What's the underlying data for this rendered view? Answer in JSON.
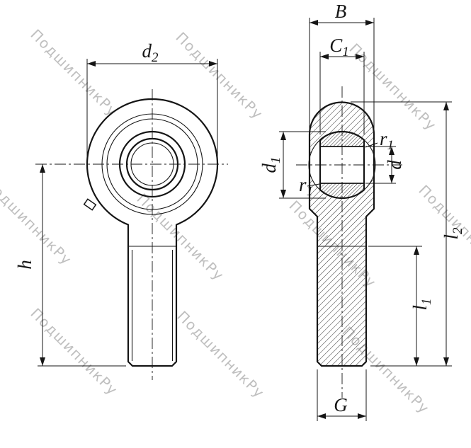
{
  "watermark": "ПодшипникРу",
  "drawing": {
    "kind": "rod-end-bearing-technical-drawing",
    "views": {
      "front": "front-view",
      "section": "section-view"
    }
  },
  "dimensions": {
    "d2": {
      "main": "d",
      "sub": "2"
    },
    "B": {
      "main": "B",
      "sub": ""
    },
    "C1": {
      "main": "C",
      "sub": "1"
    },
    "d1": {
      "main": "d",
      "sub": "1"
    },
    "r1_upper": {
      "main": "r",
      "sub": "1"
    },
    "r1_lower": {
      "main": "r",
      "sub": "1"
    },
    "d": {
      "main": "d",
      "sub": ""
    },
    "h": {
      "main": "h",
      "sub": ""
    },
    "l1": {
      "main": "l",
      "sub": "1"
    },
    "l2": {
      "main": "l",
      "sub": "2"
    },
    "G": {
      "main": "G",
      "sub": ""
    }
  }
}
